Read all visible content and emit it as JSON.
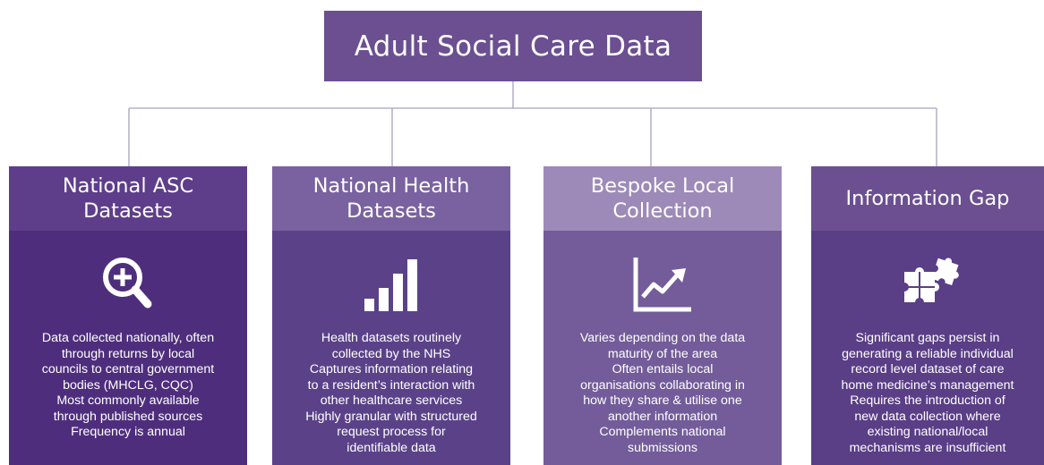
{
  "title": "Adult Social Care Data",
  "columns": [
    {
      "heading": [
        "National ASC",
        "Datasets"
      ],
      "icon": "magnifier-plus-icon",
      "colors": {
        "head": "#5e3e8a",
        "body": "#4e2e7c"
      },
      "text": [
        "Data collected nationally, often",
        "through returns by local",
        "councils to central government",
        "bodies (MHCLG, CQC)",
        "Most commonly available",
        "through published sources",
        "Frequency is annual"
      ]
    },
    {
      "heading": [
        "National Health",
        "Datasets"
      ],
      "icon": "bar-chart-icon",
      "colors": {
        "head": "#7a62a0",
        "body": "#5b4288"
      },
      "text": [
        "Health datasets routinely",
        "collected by the NHS",
        "Captures information relating",
        "to a resident’s interaction with",
        "other healthcare services",
        "Highly granular with structured",
        "request process for",
        "identifiable data"
      ]
    },
    {
      "heading": [
        "Bespoke Local",
        "Collection"
      ],
      "icon": "line-chart-icon",
      "colors": {
        "head": "#9d8ab8",
        "body": "#735c99"
      },
      "text": [
        "Varies depending on the data",
        "maturity of the area",
        "Often entails local",
        "organisations collaborating in",
        "how they share & utilise one",
        "another information",
        "Complements national",
        "submissions"
      ]
    },
    {
      "heading": [
        "Information Gap"
      ],
      "icon": "puzzle-icon",
      "colors": {
        "head": "#6b4f91",
        "body": "#5a3e86"
      },
      "text": [
        "Significant gaps persist in",
        "generating a reliable individual",
        "record level dataset of care",
        "home medicine’s management",
        "Requires the introduction of",
        "new data collection where",
        "existing national/local",
        "mechanisms are insufficient"
      ]
    }
  ]
}
